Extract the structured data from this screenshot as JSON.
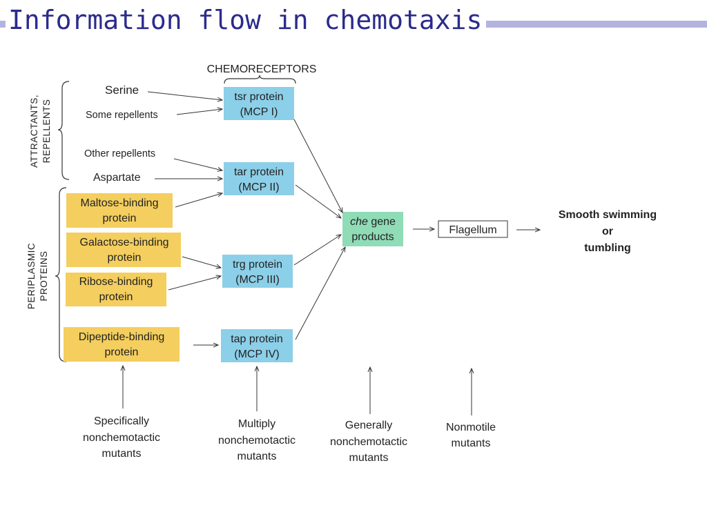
{
  "title": "Information flow in chemotaxis",
  "header": "CHEMORECEPTORS",
  "side_labels": {
    "top_line1": "ATTRACTANTS,",
    "top_line2": "REPELLENTS",
    "bottom_line1": "PERIPLASMIC",
    "bottom_line2": "PROTEINS"
  },
  "stimuli": {
    "serine": "Serine",
    "some_repellents": "Some repellents",
    "other_repellents": "Other repellents",
    "aspartate": "Aspartate"
  },
  "binding_proteins": {
    "maltose_1": "Maltose-binding",
    "maltose_2": "protein",
    "galactose_1": "Galactose-binding",
    "galactose_2": "protein",
    "ribose_1": "Ribose-binding",
    "ribose_2": "protein",
    "dipeptide_1": "Dipeptide-binding",
    "dipeptide_2": "protein"
  },
  "receptors": {
    "tsr_1": "tsr protein",
    "tsr_2": "(MCP I)",
    "tar_1": "tar protein",
    "tar_2": "(MCP II)",
    "trg_1": "trg protein",
    "trg_2": "(MCP III)",
    "tap_1": "tap protein",
    "tap_2": "(MCP IV)"
  },
  "che": {
    "che_italic": "che",
    "gene": " gene",
    "products": "products"
  },
  "flagellum": "Flagellum",
  "outcome": {
    "smooth": "Smooth",
    "swimming": " swimming",
    "or": "or",
    "tumbling": "tumbling"
  },
  "mutants": {
    "specific_1": "Specifically",
    "specific_2": "nonchemotactic",
    "specific_3": "mutants",
    "multiply_1": "Multiply",
    "multiply_2": "nonchemotactic",
    "multiply_3": "mutants",
    "general_1": "Generally",
    "general_2": "nonchemotactic",
    "general_3": "mutants",
    "nonmotile_1": "Nonmotile",
    "nonmotile_2": "mutants"
  },
  "colors": {
    "title": "#2b2b8c",
    "title_bar": "#b3b3e0",
    "receptor_box": "#8ccfe8",
    "binding_box": "#f4ce5e",
    "che_box": "#8fdcb6"
  }
}
